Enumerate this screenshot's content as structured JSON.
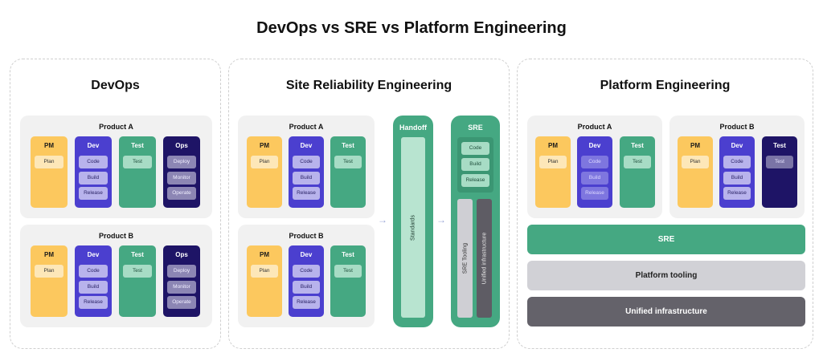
{
  "title": "DevOps vs SRE vs Platform Engineering",
  "devops": {
    "title": "DevOps",
    "products": [
      {
        "name": "Product A",
        "pm": {
          "label": "PM",
          "items": [
            "Plan"
          ]
        },
        "dev": {
          "label": "Dev",
          "items": [
            "Code",
            "Build",
            "Release"
          ]
        },
        "test": {
          "label": "Test",
          "items": [
            "Test"
          ]
        },
        "ops": {
          "label": "Ops",
          "items": [
            "Deploy",
            "Monitor",
            "Operate"
          ]
        }
      },
      {
        "name": "Product B",
        "pm": {
          "label": "PM",
          "items": [
            "Plan"
          ]
        },
        "dev": {
          "label": "Dev",
          "items": [
            "Code",
            "Build",
            "Release"
          ]
        },
        "test": {
          "label": "Test",
          "items": [
            "Test"
          ]
        },
        "ops": {
          "label": "Ops",
          "items": [
            "Deploy",
            "Monitor",
            "Operate"
          ]
        }
      }
    ]
  },
  "sre": {
    "title": "Site Reliability Engineering",
    "products": [
      {
        "name": "Product A",
        "pm": {
          "label": "PM",
          "items": [
            "Plan"
          ]
        },
        "dev": {
          "label": "Dev",
          "items": [
            "Code",
            "Build",
            "Release"
          ]
        },
        "test": {
          "label": "Test",
          "items": [
            "Test"
          ]
        }
      },
      {
        "name": "Product B",
        "pm": {
          "label": "PM",
          "items": [
            "Plan"
          ]
        },
        "dev": {
          "label": "Dev",
          "items": [
            "Code",
            "Build",
            "Release"
          ]
        },
        "test": {
          "label": "Test",
          "items": [
            "Test"
          ]
        }
      }
    ],
    "arrow": "→",
    "handoff": {
      "label": "Handoff",
      "inner": "Standards"
    },
    "sre_column": {
      "label": "SRE",
      "items": [
        "Code",
        "Build",
        "Release"
      ],
      "tooling": "SRE Tooling",
      "infra": "Unified infrastructure"
    }
  },
  "platform": {
    "title": "Platform Engineering",
    "products": [
      {
        "name": "Product A",
        "pm": {
          "label": "PM",
          "items": [
            "Plan"
          ]
        },
        "dev": {
          "label": "Dev",
          "items": [
            "Code",
            "Build",
            "Release"
          ]
        },
        "test": {
          "label": "Test",
          "items": [
            "Test"
          ]
        }
      },
      {
        "name": "Product B",
        "pm": {
          "label": "PM",
          "items": [
            "Plan"
          ]
        },
        "dev": {
          "label": "Dev",
          "items": [
            "Code",
            "Build",
            "Release"
          ]
        },
        "test": {
          "label": "Test",
          "items": [
            "Test"
          ]
        }
      }
    ],
    "bars": {
      "sre": "SRE",
      "tooling": "Platform tooling",
      "infra": "Unified infrastructure"
    }
  },
  "colors": {
    "pm": "#fcc85e",
    "dev": "#4b3fcf",
    "test": "#45a882",
    "ops": "#1e1466",
    "tooling": "#d1d1d6",
    "infra": "#64626a"
  }
}
